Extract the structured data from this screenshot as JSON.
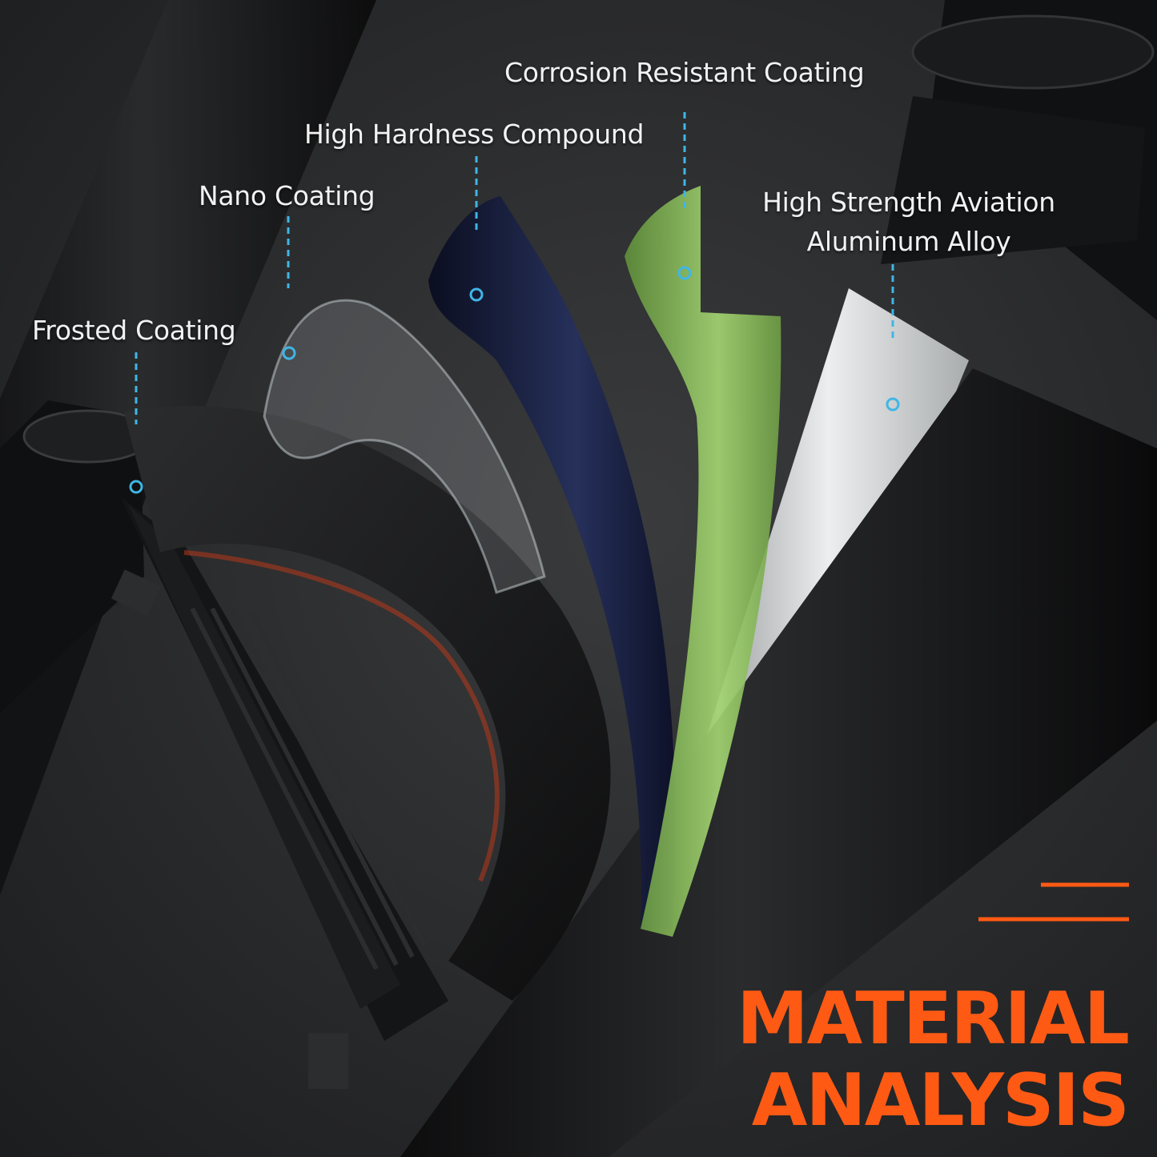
{
  "callouts": [
    {
      "id": "frosted",
      "label": "Frosted Coating"
    },
    {
      "id": "nano",
      "label": "Nano Coating"
    },
    {
      "id": "hardness",
      "label": "High Hardness Compound"
    },
    {
      "id": "corrosion",
      "label": "Corrosion Resistant Coating"
    },
    {
      "id": "aluminum",
      "label_line1": "High Strength Aviation",
      "label_line2": "Aluminum Alloy"
    }
  ],
  "headline": {
    "line1": "MATERIAL",
    "line2": "ANALYSIS"
  },
  "colors": {
    "accent": "#ff5a14",
    "callout_line": "#3fb6e6",
    "label_text": "#f2f2f2",
    "background": "#222324",
    "tube": "#151618",
    "hardness_layer": "#151a35",
    "corrosion_layer": "#8bc55a",
    "aluminum_layer": "#cfd2d3"
  },
  "icons": [
    "callout-marker-icon",
    "accent-lines-icon"
  ]
}
